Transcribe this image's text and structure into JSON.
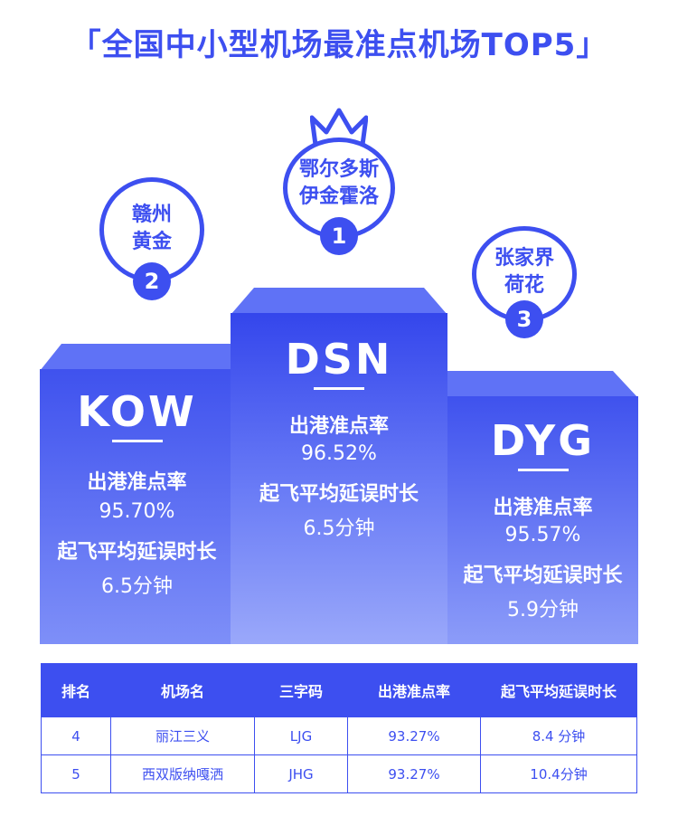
{
  "title": "「全国中小型机场最准点机场TOP5」",
  "chart_data": {
    "type": "table",
    "podium": [
      {
        "rank": "1",
        "name_line1": "鄂尔多斯",
        "name_line2": "伊金霍洛",
        "code": "DSN",
        "ontime_label": "出港准点率",
        "ontime_rate": "96.52%",
        "delay_label": "起飞平均延误时长",
        "delay": "6.5分钟"
      },
      {
        "rank": "2",
        "name_line1": "赣州",
        "name_line2": "黄金",
        "code": "KOW",
        "ontime_label": "出港准点率",
        "ontime_rate": "95.70%",
        "delay_label": "起飞平均延误时长",
        "delay": "6.5分钟"
      },
      {
        "rank": "3",
        "name_line1": "张家界",
        "name_line2": "荷花",
        "code": "DYG",
        "ontime_label": "出港准点率",
        "ontime_rate": "95.57%",
        "delay_label": "起飞平均延误时长",
        "delay": "5.9分钟"
      }
    ],
    "table": {
      "headers": [
        "排名",
        "机场名",
        "三字码",
        "出港准点率",
        "起飞平均延误时长"
      ],
      "rows": [
        [
          "4",
          "丽江三义",
          "LJG",
          "93.27%",
          "8.4 分钟"
        ],
        [
          "5",
          "西双版纳嘎洒",
          "JHG",
          "93.27%",
          "10.4分钟"
        ]
      ]
    }
  },
  "colors": {
    "primary": "#3d4ff0",
    "pod_front_top": "#3f52ee",
    "pod_front_bottom": "#8c9cf9"
  }
}
